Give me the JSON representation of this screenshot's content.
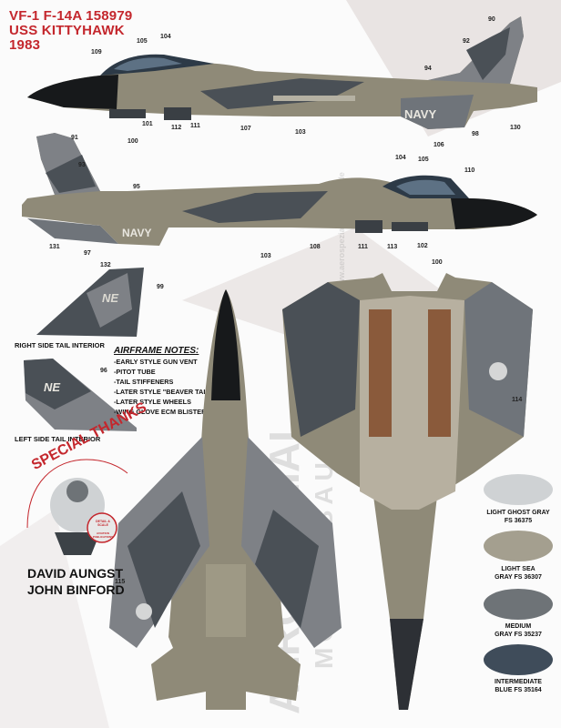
{
  "header": {
    "line1": "VF-1 F-14A 158979",
    "line2": "USS KITTYHAWK",
    "line3": "1983"
  },
  "watermark": {
    "main": "AEROSPEZIAL",
    "sub": "MODELLBAU & RONE",
    "small": "www.aerospezial-modelbau.de"
  },
  "callouts": {
    "c90": "90",
    "c92": "92",
    "c94": "94",
    "c98": "98",
    "c130": "130",
    "c104a": "104",
    "c105a": "105",
    "c109": "109",
    "c101": "101",
    "c100a": "100",
    "c112": "112",
    "c111a": "111",
    "c107": "107",
    "c103a": "103",
    "c106": "106",
    "c91": "91",
    "c93": "93",
    "c95": "95",
    "c131": "131",
    "c97": "97",
    "c132": "132",
    "c104b": "104",
    "c105b": "105",
    "c110": "110",
    "c108": "108",
    "c111b": "111",
    "c113": "113",
    "c102": "102",
    "c100b": "100",
    "c103b": "103",
    "c99": "99",
    "c96": "96",
    "c114": "114",
    "c115": "115"
  },
  "markings": {
    "navy": "NAVY",
    "tail_code": "NE"
  },
  "captions": {
    "right_tail": "RIGHT SIDE TAIL INTERIOR",
    "left_tail": "LEFT SIDE TAIL INTERIOR"
  },
  "airframe_notes": {
    "heading": "AIRFRAME NOTES:",
    "items": [
      "-EARLY STYLE GUN VENT",
      "-PITOT TUBE",
      "-TAIL STIFFENERS",
      "-LATER STYLE \"BEAVER TAIL\"",
      "-LATER STYLE WHEELS",
      "-WING GLOVE ECM BLISTERS"
    ]
  },
  "thanks": {
    "banner": "SPECIAL THANKS",
    "badge_top": "DETAIL & SCALE",
    "badge_bottom": "AVIATION PUBLICATIONS",
    "name1": "DAVID AUNGST",
    "name2": "JOHN BINFORD"
  },
  "swatches": [
    {
      "line1": "LIGHT GHOST GRAY",
      "line2": "FS 36375",
      "color": "#cfd2d4"
    },
    {
      "line1": "LIGHT SEA",
      "line2": "GRAY FS 36307",
      "color": "#a49f8f"
    },
    {
      "line1": "MEDIUM",
      "line2": "GRAY FS 35237",
      "color": "#6e7377"
    },
    {
      "line1": "INTERMEDIATE",
      "line2": "BLUE FS 35164",
      "color": "#3f4c5a"
    }
  ],
  "colors": {
    "title_red": "#c4272d",
    "camo_dark": "#3c4247",
    "camo_tan": "#9a9278",
    "camo_gray": "#7d8287",
    "nose_black": "#17191b",
    "rust": "#8a5a3b"
  }
}
